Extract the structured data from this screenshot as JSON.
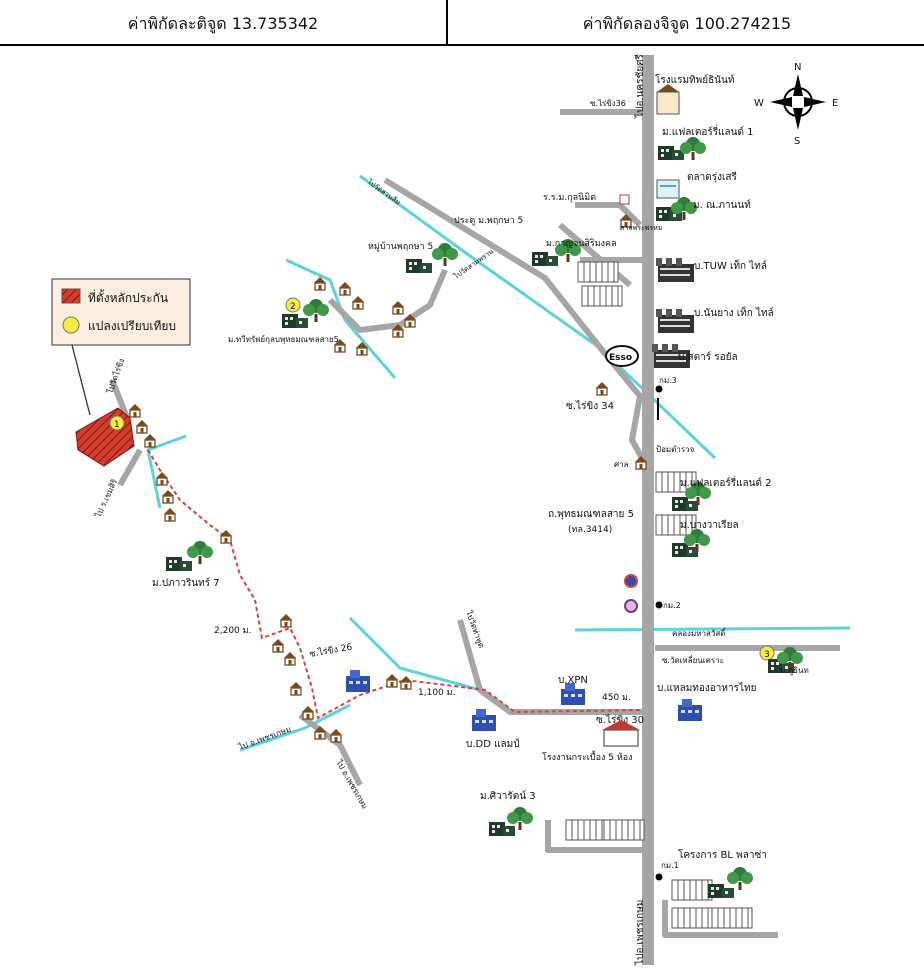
{
  "header": {
    "lat_label": "ค่าพิกัดละติจูด 13.735342",
    "lon_label": "ค่าพิกัดลองจิจูด 100.274215"
  },
  "legend": {
    "collateral": "ที่ตั้งหลักประกัน",
    "comparable": "แปลงเปรียบเทียบ"
  },
  "compass": {
    "n": "N",
    "s": "S",
    "e": "E",
    "w": "W"
  },
  "colors": {
    "road": "#a6a6a6",
    "canal": "#5bd3dc",
    "route": "#d9423a",
    "collateral": "#c0392b",
    "marker": "#f7ef3c",
    "tree": "#2f7d3a",
    "factory_blue": "#2e4fb0"
  },
  "markers": [
    "1",
    "2",
    "3"
  ],
  "roads": {
    "main_north": "ไปอ.นครชัยศรี",
    "main_south": "ไปอ.เพชรเกษม",
    "soi36": "ซ.ไร่ขิง36",
    "soi34": "ซ.ไร่ขิง 34",
    "soi26": "ซ.ไร่ขิง 26",
    "soi30": "ซ.ไร่ขิง 30",
    "road_3414": "ถ.พุทธมณฑลสาย 5",
    "road_3414_code": "(ทล.3414)",
    "road_wat": "ซ.วัดเหลี่ยนเคราะ",
    "road_to_temple": "ไปวัดไร่ขิง",
    "road_to_village": "ไป ร.เขมสิริ",
    "road_to_petch1": "ไป อ.เพชรเกษม",
    "road_to_petch2": "ไป อ.เพชรเกษม",
    "road_nw": "ไปวัดสวนส้ม",
    "road_nw_2": "ไปวัดสามพราน",
    "road_nl": "ไปวัดท่าพูด",
    "road_canal": "คลองมหาสวัสดิ์"
  },
  "places": {
    "hotel": "โรงแรมทิพย์ธินันท์",
    "flower1": "ม.แฟลเตอร์รี่แลนด์ 1",
    "market": "ตลาดรุ่งเสรี",
    "ban_naphat": "ม. ณ.ภานนท์",
    "kasem": "ม.กาญจนสิริมงคล",
    "school": "ร.ร.ม.กุลนิมิต",
    "temple_small": "ศาลพระพรหม",
    "village5": "หมู่บ้านพฤกษา 5",
    "gate5": "ประตู ม.พฤกษา 5",
    "tuw": "บ.TUW เท็ก ไทล์",
    "nanyang": "บ.นันยาง เท็ก ไทล์",
    "star": "บ.สตาร์ รอยัล",
    "esso": "Esso",
    "km3": "กม.3",
    "shrine": "ศาล",
    "police": "ป้อมตำรวจ",
    "flower2": "ม.แฟลเตอร์รี่แลนด์ 2",
    "bangrasa": "ม.บางวาเรียล",
    "ban_pak": "ม.ปภาวรินทร์ 7",
    "village_left": "ม.ทวีทรัพย์กุลบพุทธมณฑลสาย5",
    "km2": "กม.2",
    "phunat": "ม.ภูธินท",
    "xpn": "บ.XPN",
    "hongthong": "บ.แหลมทองอาหารไทย",
    "dd": "บ.DD แลมป์",
    "tilefactory": "โรงงานกระเบื้อง 5 ห้อง",
    "siwarat": "ม.ศิวารัตน์ 3",
    "km1": "กม.1",
    "bl_plaza": "โครงการ BL พลาซ่า"
  },
  "distances": {
    "d1": "2,200 ม.",
    "d2": "1,100 ม.",
    "d3": "450 ม."
  }
}
